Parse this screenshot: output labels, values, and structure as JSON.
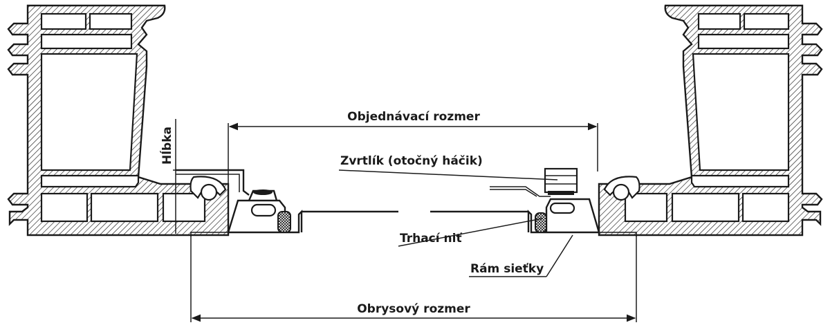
{
  "labels": {
    "order_dimension": "Objednávací rozmer",
    "depth": "Hĺbka",
    "turn_catch": "Zvrtlík (otočný háčik)",
    "tear_thread": "Trhací niť",
    "screen_frame": "Rám sieťky",
    "outline_dimension": "Obrysový rozmer"
  }
}
